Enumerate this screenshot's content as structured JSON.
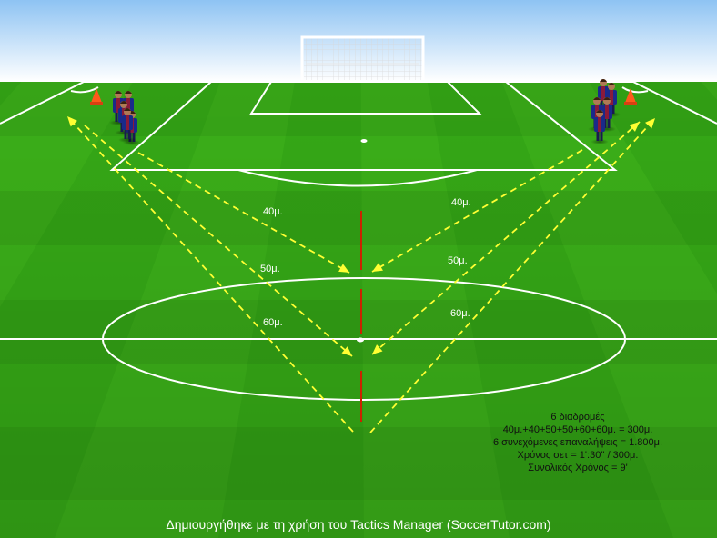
{
  "distance_labels": {
    "left_40": "40μ.",
    "left_50": "50μ.",
    "left_60": "60μ.",
    "right_40": "40μ.",
    "right_50": "50μ.",
    "right_60": "60μ."
  },
  "info_box": {
    "lines": [
      "6 διαδρομές",
      "40μ.+40+50+50+60+60μ. = 300μ.",
      "6 συνεχόμενες επαναλήψεις = 1.800μ.",
      "Χρόνος σετ = 1':30'' / 300μ.",
      "Συνολικός Χρόνος = 9'"
    ]
  },
  "credit": "Δημιουργήθηκε με τη χρήση του Tactics Manager (SoccerTutor.com)",
  "colors": {
    "sky_top": "#8ec3f3",
    "sky_bottom": "#ffffff",
    "grass_light": "#3cb01a",
    "grass_dark": "#2a9212",
    "lines": "#ffffff",
    "arrows": "#ffff33",
    "marker_line": "#cc2200",
    "cone": "#ff5a1a",
    "player_shirt_blue": "#1a2a8a",
    "player_shirt_red": "#8a1a3a"
  }
}
